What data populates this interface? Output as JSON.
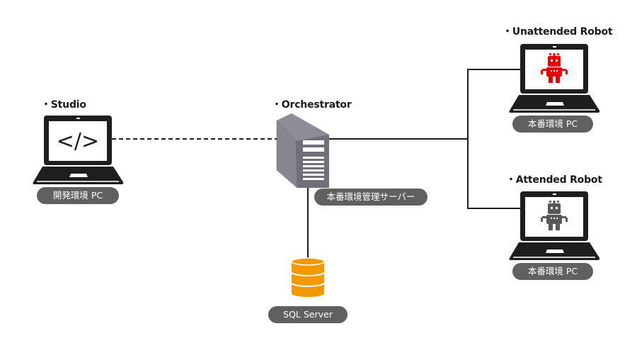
{
  "diagram": {
    "nodes": {
      "studio": {
        "title": "・Studio",
        "label": "開発環境 PC",
        "screen_icon": "code-tag-icon",
        "screen_text": "</>"
      },
      "orchestrator": {
        "title": "・Orchestrator",
        "label": "本番環境管理サーバー",
        "icon": "server-tower-icon"
      },
      "sql": {
        "label": "SQL Server",
        "icon": "database-icon",
        "color": "#f39800"
      },
      "unattended": {
        "title": "・Unattended Robot",
        "label": "本番環境 PC",
        "icon": "robot-icon",
        "robot_color": "#e60000"
      },
      "attended": {
        "title": "・Attended Robot",
        "label": "本番環境 PC",
        "icon": "robot-icon",
        "robot_color": "#595959"
      }
    },
    "edges": [
      {
        "from": "studio",
        "to": "orchestrator",
        "style": "dashed"
      },
      {
        "from": "orchestrator",
        "to": "unattended",
        "style": "solid"
      },
      {
        "from": "orchestrator",
        "to": "attended",
        "style": "solid"
      },
      {
        "from": "orchestrator",
        "to": "sql",
        "style": "solid"
      }
    ],
    "colors": {
      "laptop": "#1e1e1e",
      "server": "#7a7a85",
      "pill": "#606060"
    }
  }
}
